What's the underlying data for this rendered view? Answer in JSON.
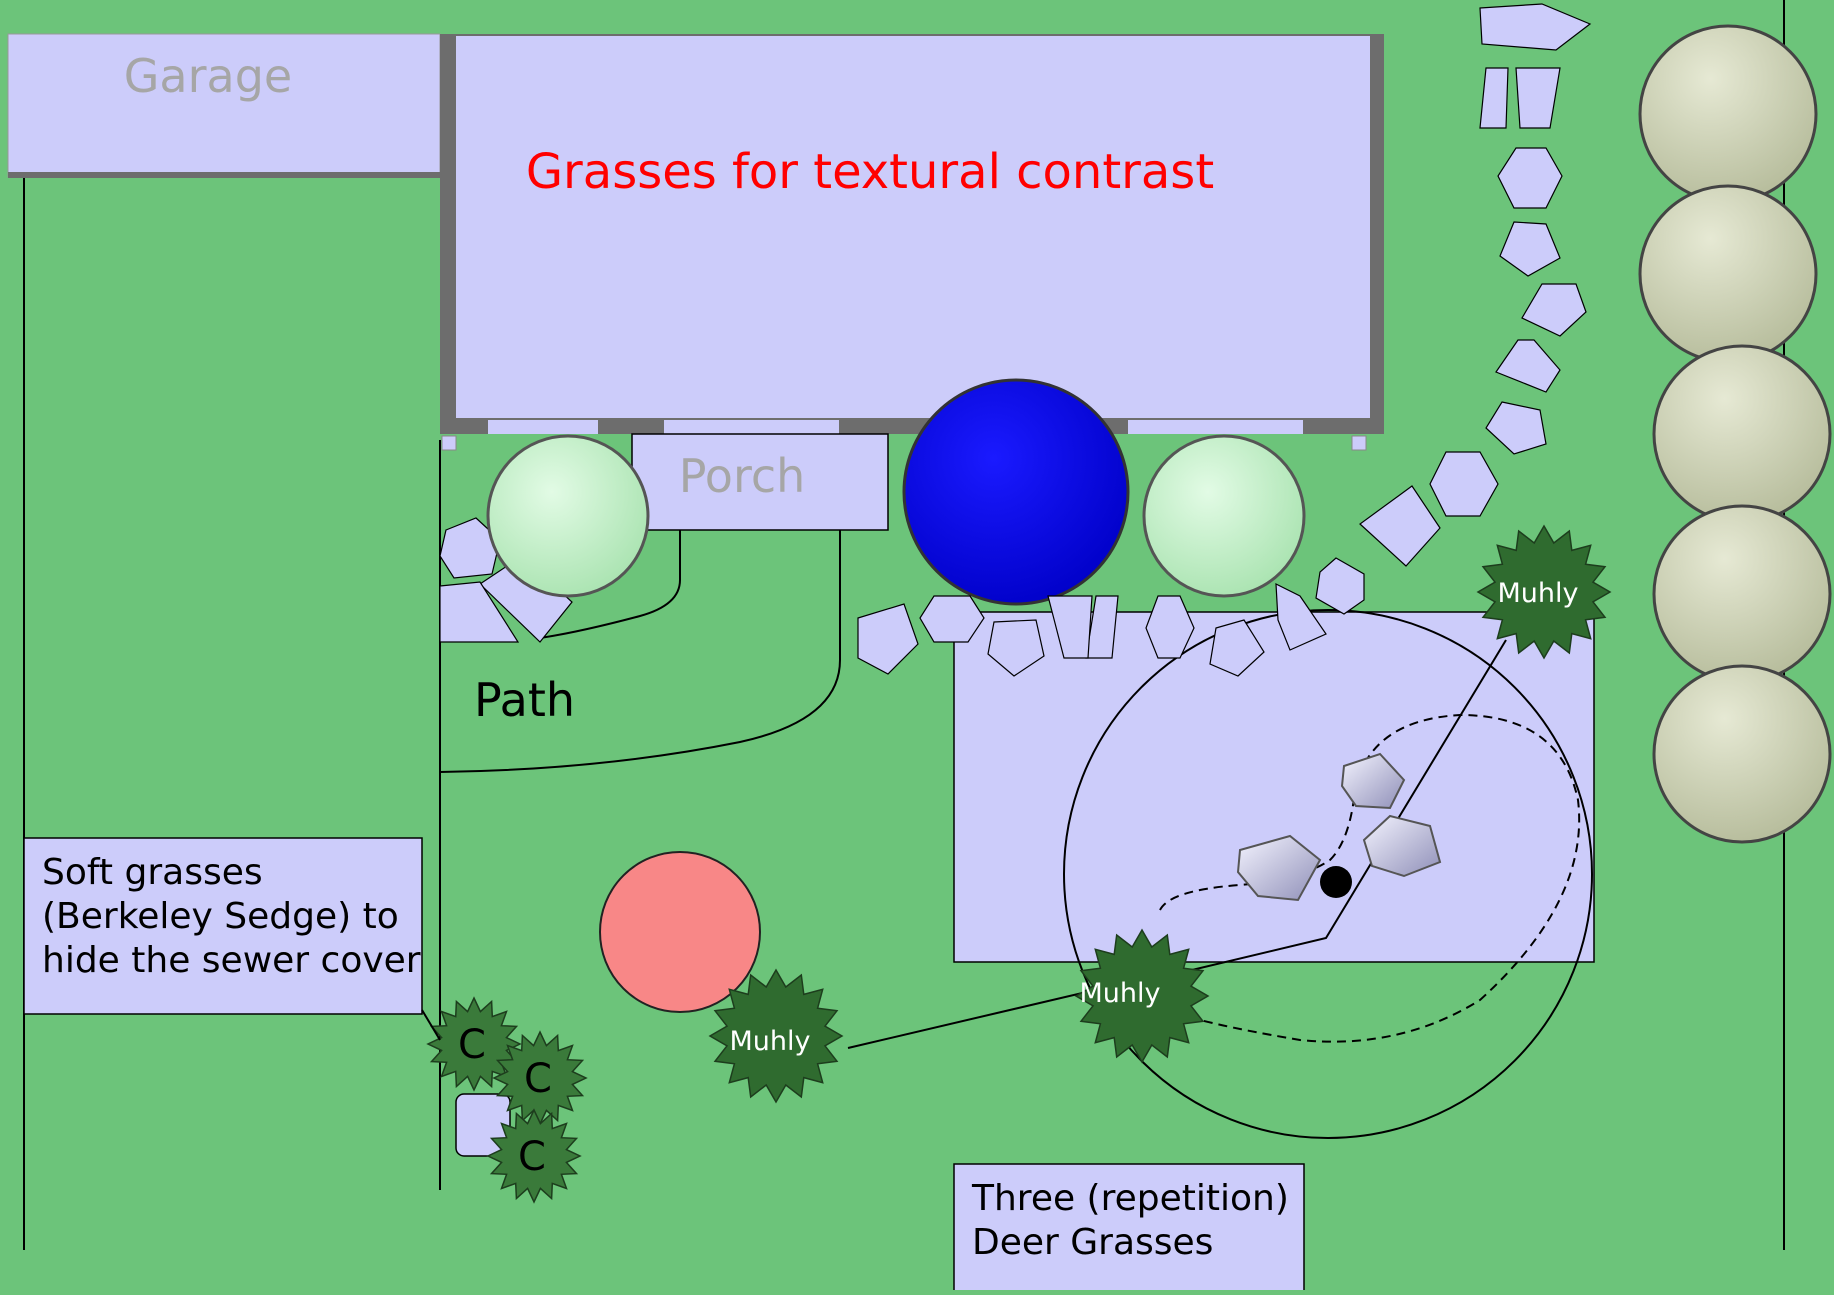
{
  "colors": {
    "lawn": "#6cc47a",
    "structure_fill": "#ccccfa",
    "house_border": "#6d6d6d",
    "light_green_shrub": "#c8f4cd",
    "blue_shrub": "#0000ee",
    "pink_shrub": "#f88787",
    "muhly_fill": "#2f6b2f",
    "hedge_fill": "#d4d9bc",
    "title_text": "#ff0000",
    "label_gray": "#a6a6a6"
  },
  "labels": {
    "garage": "Garage",
    "title": "Grasses for textural contrast",
    "porch": "Porch",
    "path": "Path"
  },
  "notes": {
    "sedge": [
      "Soft grasses",
      "(Berkeley Sedge) to",
      "hide the sewer cover"
    ],
    "deer": [
      "Three (repetition)",
      "Deer Grasses"
    ]
  },
  "plants": {
    "muhly_label": "Muhly",
    "sedge_label": "C",
    "muhly_count": 3,
    "sedge_count": 3,
    "hedge_count": 5
  }
}
